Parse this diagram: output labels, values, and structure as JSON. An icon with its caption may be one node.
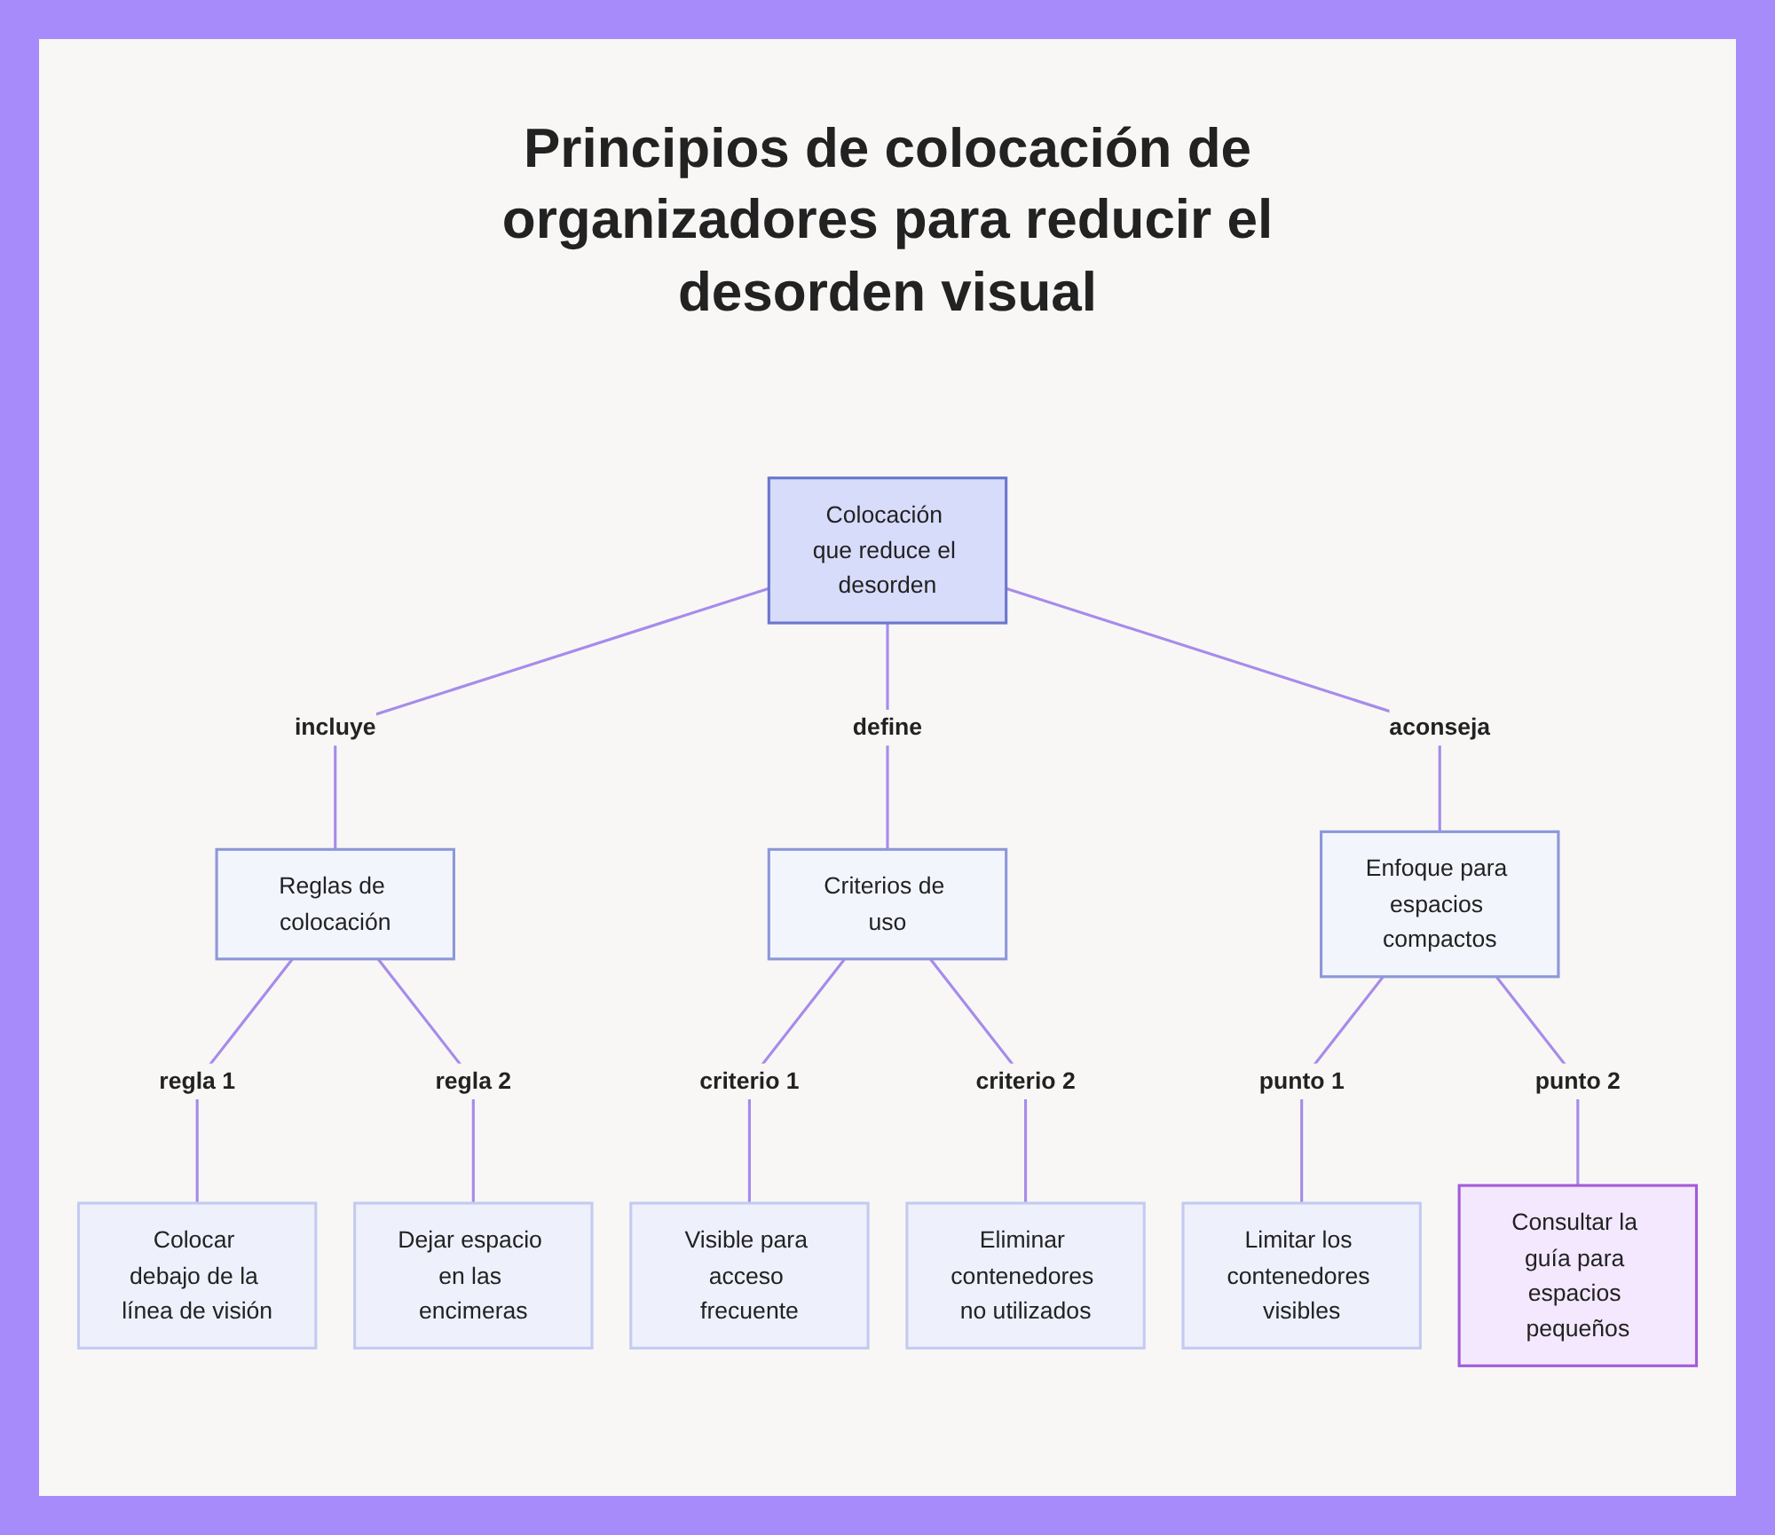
{
  "diagram": {
    "title": "Principios de colocación de organizadores para reducir el desorden visual",
    "nodes": [
      {
        "text": [
          "Colocación que reduce el desorden"
        ]
      },
      {
        "text": [
          "Reglas de colocación"
        ]
      },
      {
        "text": [
          "Criterios de uso"
        ]
      },
      {
        "text": [
          "Enfoque para espacios compactos"
        ]
      },
      {
        "text": [
          "Colocar debajo de la línea de visión"
        ]
      },
      {
        "text": [
          "Dejar espacio en las encimeras"
        ]
      },
      {
        "text": [
          "Visible para acceso frecuente"
        ]
      },
      {
        "text": [
          "Eliminar contenedores no utilizados"
        ]
      },
      {
        "text": [
          "Limitar los contenedores visibles"
        ]
      },
      {
        "text": [
          "Consultar la guía para espacios pequeños"
        ]
      }
    ],
    "edges": [
      {
        "from": 0,
        "to": 1,
        "arrow": "none",
        "label": "incluye"
      },
      {
        "from": 0,
        "to": 2,
        "arrow": "none",
        "label": "define"
      },
      {
        "from": 0,
        "to": 3,
        "arrow": "none",
        "label": "aconseja"
      },
      {
        "from": 1,
        "to": 4,
        "arrow": "none",
        "label": "regla 1"
      },
      {
        "from": 1,
        "to": 5,
        "arrow": "none",
        "label": "regla 2"
      },
      {
        "from": 2,
        "to": 6,
        "arrow": "none",
        "label": "criterio 1"
      },
      {
        "from": 2,
        "to": 7,
        "arrow": "none",
        "label": "criterio 2"
      },
      {
        "from": 3,
        "to": 8,
        "arrow": "none",
        "label": "punto 1"
      },
      {
        "from": 3,
        "to": 9,
        "arrow": "none",
        "label": "punto 2"
      }
    ]
  }
}
